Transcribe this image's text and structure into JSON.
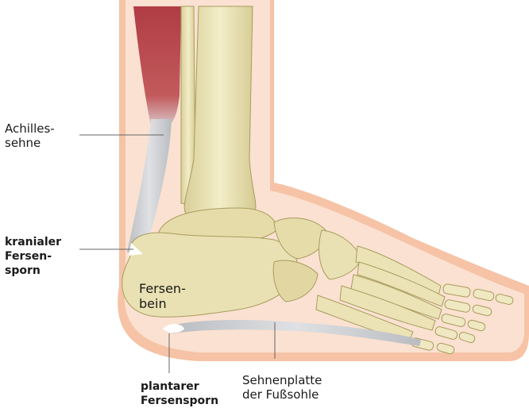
{
  "labels": {
    "achilles": {
      "line1": "Achilles-",
      "line2": "sehne"
    },
    "kranial": {
      "line1": "kranialer",
      "line2": "Fersen-",
      "line3": "sporn"
    },
    "fersenbein": {
      "line1": "Fersen-",
      "line2": "bein"
    },
    "plantar": {
      "line1": "plantarer",
      "line2": "Fersensporn"
    },
    "sehnenplatte": {
      "line1": "Sehnenplatte",
      "line2": "der Fußsohle"
    }
  },
  "colors": {
    "skin_outer": "#f6c3a6",
    "skin_inner": "#fbe1d1",
    "bone": "#e9e1b3",
    "bone_shadow": "#c8bd80",
    "bone_outline": "#a89c5e",
    "muscle": "#b5484c",
    "tendon": "#c9ccd0",
    "spur": "#ffffff",
    "leader_line": "#666666"
  }
}
